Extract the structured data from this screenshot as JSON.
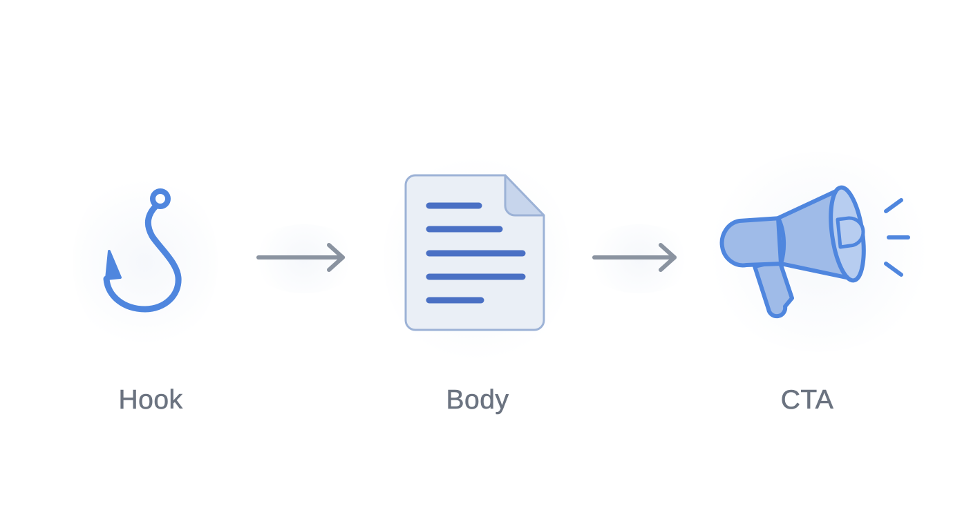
{
  "colors": {
    "background": "#ffffff",
    "accent_blue": "#4f86de",
    "dark_blue": "#4a70c4",
    "light_blue_fill": "#9fbbe8",
    "document_fill": "#eaeff6",
    "document_border": "#9cb2d6",
    "arrow_gray": "#8a93a0",
    "label_gray": "#6b7380"
  },
  "steps": [
    {
      "label": "Hook",
      "icon": "fishing-hook-icon"
    },
    {
      "label": "Body",
      "icon": "document-icon"
    },
    {
      "label": "CTA",
      "icon": "megaphone-icon"
    }
  ],
  "connectors": [
    {
      "icon": "arrow-right-icon"
    },
    {
      "icon": "arrow-right-icon"
    }
  ]
}
